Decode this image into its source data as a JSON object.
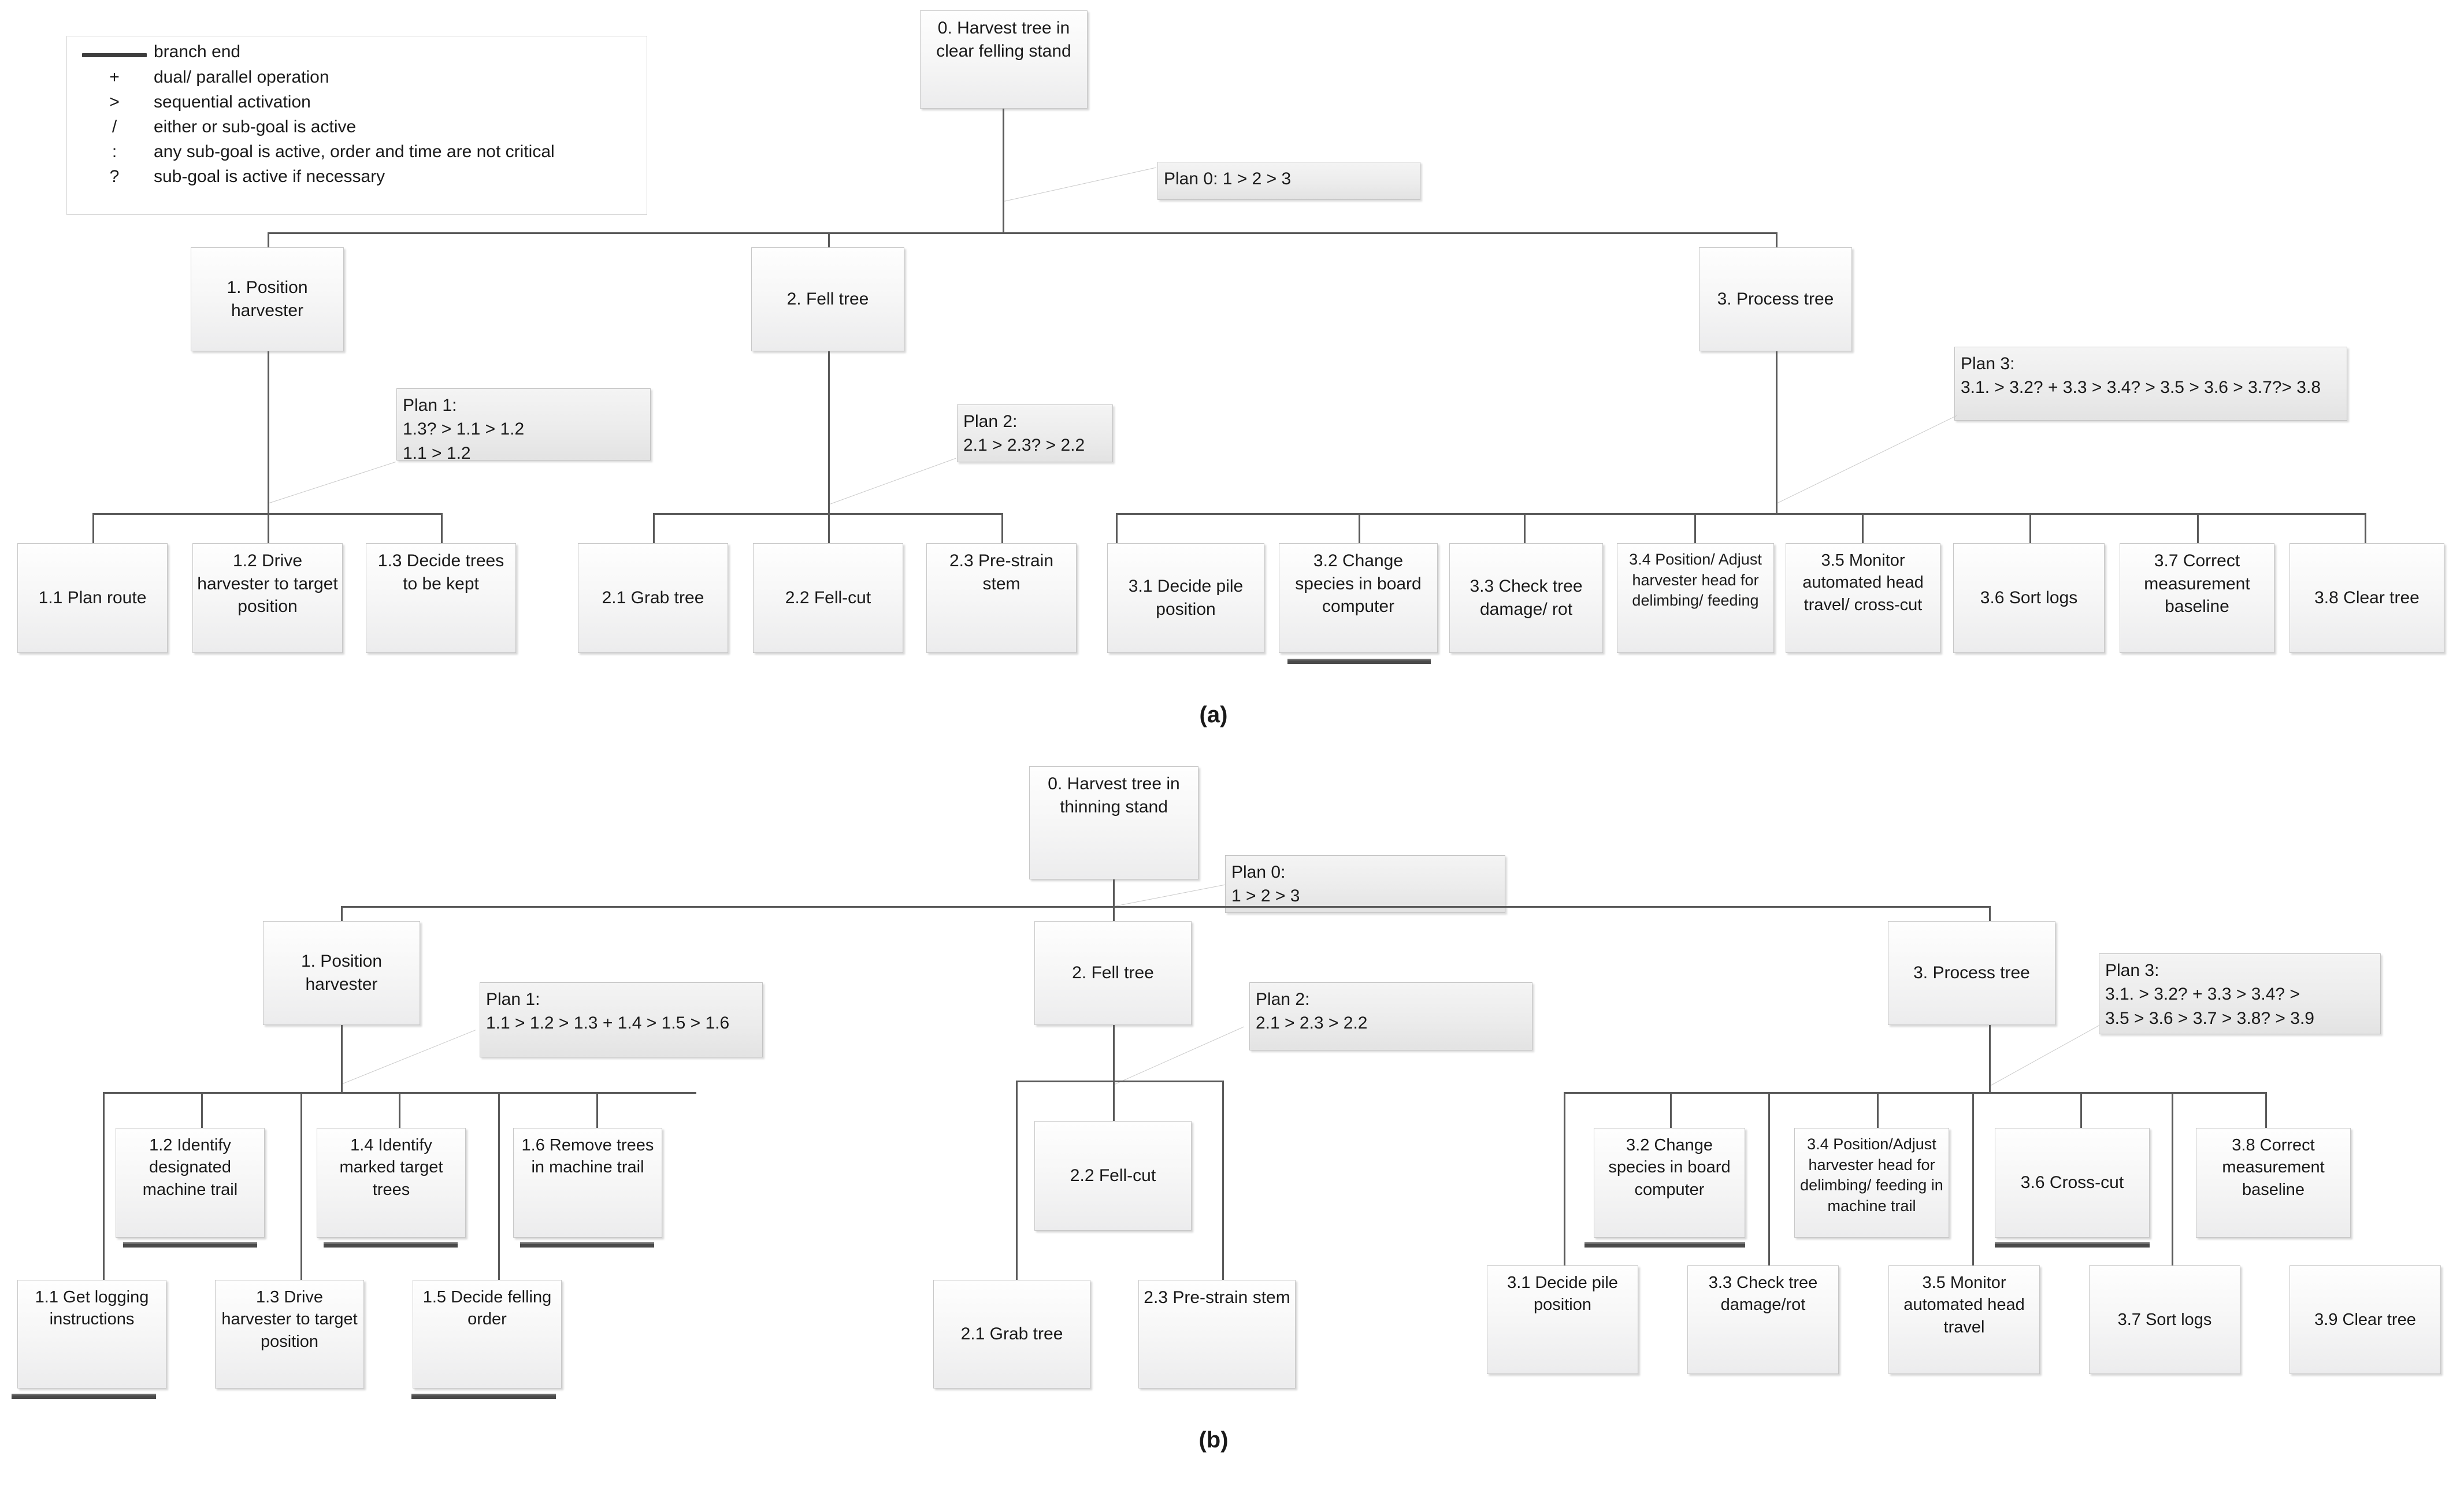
{
  "legend": {
    "title": "HTA notation legend",
    "rows": [
      {
        "symbol": "branch-end-bar",
        "symbol_text": "",
        "text": "branch end"
      },
      {
        "symbol": "+",
        "symbol_text": "+",
        "text": "dual/ parallel operation"
      },
      {
        "symbol": ">",
        "symbol_text": ">",
        "text": "sequential activation"
      },
      {
        "symbol": "/",
        "symbol_text": "/",
        "text": "either or sub-goal is active"
      },
      {
        "symbol": ":",
        "symbol_text": ":",
        "text": "any sub-goal is active, order and time are not critical"
      },
      {
        "symbol": "?",
        "symbol_text": "?",
        "text": "sub-goal is active if necessary"
      }
    ]
  },
  "captions": {
    "a": "(a)",
    "b": "(b)"
  },
  "diagram_a": {
    "root": {
      "label": "0. Harvest tree in clear felling stand"
    },
    "plans": {
      "plan0": "Plan 0: 1 > 2 > 3",
      "plan1": "Plan 1:\n1.3? > 1.1 > 1.2\n1.1 > 1.2",
      "plan2": "Plan 2:\n2.1 > 2.3? > 2.2",
      "plan3": "Plan 3:\n3.1. > 3.2? + 3.3 > 3.4? > 3.5 > 3.6 > 3.7?> 3.8"
    },
    "level1": [
      {
        "label": "1. Position harvester"
      },
      {
        "label": "2. Fell tree"
      },
      {
        "label": "3. Process tree"
      }
    ],
    "leaves_1": [
      {
        "label": "1.1 Plan route",
        "branch_end": false
      },
      {
        "label": "1.2 Drive harvester to target position",
        "branch_end": false
      },
      {
        "label": "1.3 Decide trees to be kept",
        "branch_end": false
      }
    ],
    "leaves_2": [
      {
        "label": "2.1 Grab tree",
        "branch_end": false
      },
      {
        "label": "2.2 Fell-cut",
        "branch_end": false
      },
      {
        "label": "2.3 Pre-strain stem",
        "branch_end": false
      }
    ],
    "leaves_3": [
      {
        "label": "3.1 Decide pile position",
        "branch_end": false
      },
      {
        "label": "3.2 Change species in board computer",
        "branch_end": true
      },
      {
        "label": "3.3 Check tree damage/ rot",
        "branch_end": false
      },
      {
        "label": "3.4 Position/ Adjust harvester head for delimbing/ feeding",
        "branch_end": false
      },
      {
        "label": "3.5 Monitor automated head travel/ cross-cut",
        "branch_end": false
      },
      {
        "label": "3.6 Sort logs",
        "branch_end": false
      },
      {
        "label": "3.7 Correct measurement baseline",
        "branch_end": false
      },
      {
        "label": "3.8 Clear tree",
        "branch_end": false
      }
    ]
  },
  "diagram_b": {
    "root": {
      "label": "0. Harvest tree in thinning stand"
    },
    "plans": {
      "plan0": "Plan 0:\n1 > 2 > 3",
      "plan1": "Plan 1:\n1.1 > 1.2 > 1.3 + 1.4 > 1.5 > 1.6",
      "plan2": "Plan 2:\n2.1 > 2.3 > 2.2",
      "plan3": "Plan 3:\n3.1.  >  3.2?  +  3.3  >  3.4?  >\n3.5 > 3.6 > 3.7 > 3.8? > 3.9"
    },
    "level1": [
      {
        "label": "1. Position harvester"
      },
      {
        "label": "2. Fell tree"
      },
      {
        "label": "3. Process tree"
      }
    ],
    "leaves_1_upper": [
      {
        "label": "1.2 Identify designated machine trail",
        "branch_end": true
      },
      {
        "label": "1.4 Identify marked target trees",
        "branch_end": true
      },
      {
        "label": "1.6 Remove trees in machine trail",
        "branch_end": true
      }
    ],
    "leaves_1_lower": [
      {
        "label": "1.1 Get logging instructions",
        "branch_end": true
      },
      {
        "label": "1.3 Drive harvester to target position",
        "branch_end": false
      },
      {
        "label": "1.5 Decide felling order",
        "branch_end": true
      }
    ],
    "leaves_2_upper": [
      {
        "label": "2.2 Fell-cut",
        "branch_end": false
      }
    ],
    "leaves_2_lower": [
      {
        "label": "2.1 Grab tree",
        "branch_end": false
      },
      {
        "label": "2.3 Pre-strain stem",
        "branch_end": false
      }
    ],
    "leaves_3_upper": [
      {
        "label": "3.2 Change species in board computer",
        "branch_end": true
      },
      {
        "label": "3.4 Position/Adjust harvester head for delimbing/ feeding in machine trail",
        "branch_end": false
      },
      {
        "label": "3.6 Cross-cut",
        "branch_end": true
      },
      {
        "label": "3.8 Correct measurement baseline",
        "branch_end": false
      }
    ],
    "leaves_3_lower": [
      {
        "label": "3.1 Decide pile position",
        "branch_end": false
      },
      {
        "label": "3.3 Check tree damage/rot",
        "branch_end": false
      },
      {
        "label": "3.5 Monitor automated head travel",
        "branch_end": false
      },
      {
        "label": "3.7 Sort logs",
        "branch_end": false
      },
      {
        "label": "3.9 Clear tree",
        "branch_end": false
      }
    ]
  }
}
